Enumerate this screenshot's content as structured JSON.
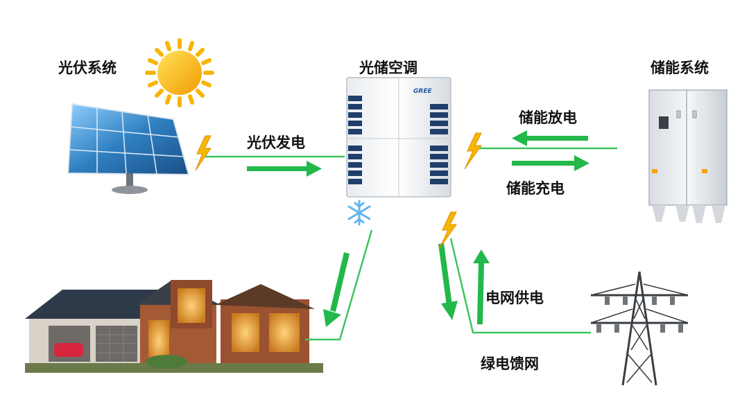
{
  "labels": {
    "pv_system": "光伏系统",
    "pv_ac": "光储空调",
    "storage_system": "储能系统",
    "pv_generation": "光伏发电",
    "storage_discharge": "储能放电",
    "storage_charge": "储能充电",
    "grid_supply": "电网供电",
    "green_feed": "绿电馈网"
  },
  "logo_text": "GREE",
  "colors": {
    "flow_green": "#22b84a",
    "line_green": "#3cc45e",
    "lightning": "#f5b800",
    "sun": "#f7b500",
    "panel_blue": "#2f7fc0",
    "snow": "#5fb6f0"
  }
}
